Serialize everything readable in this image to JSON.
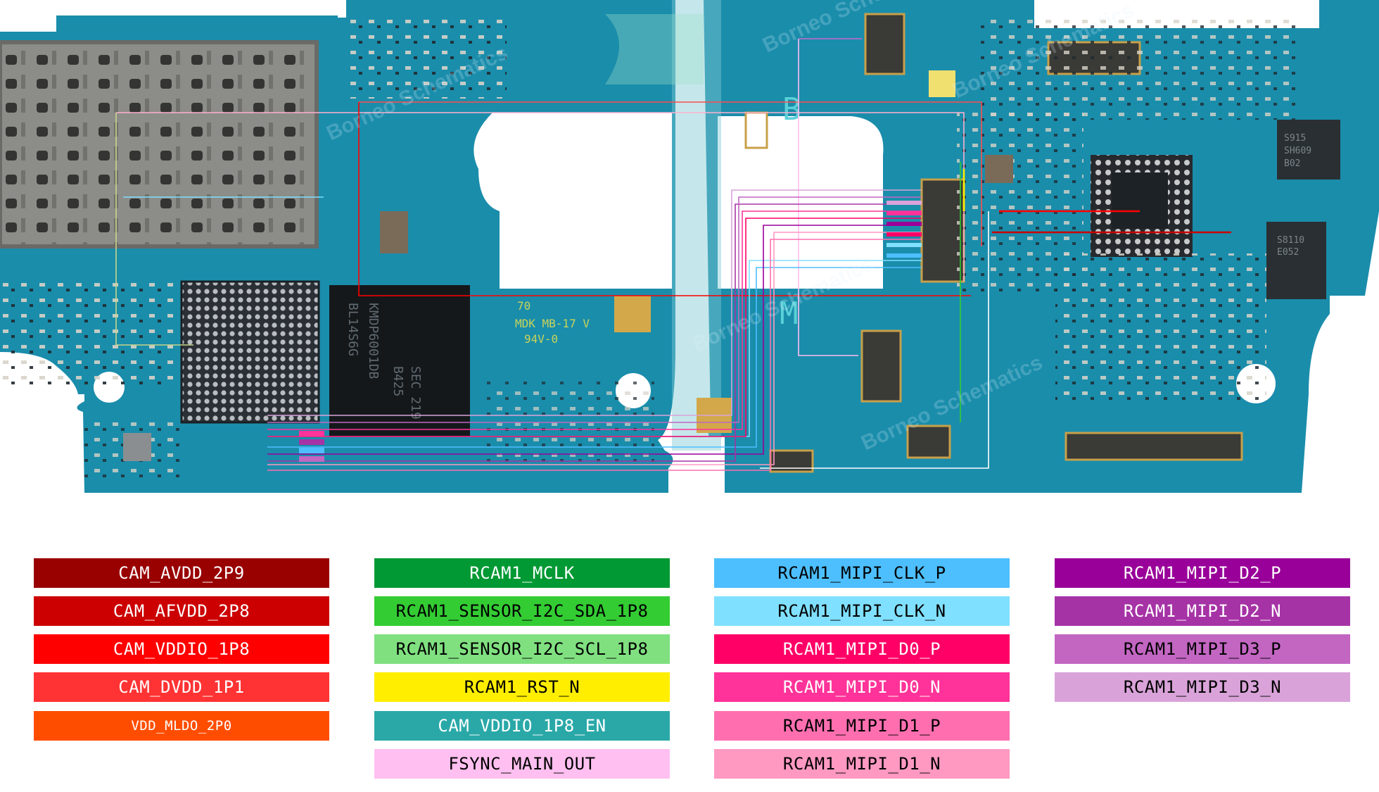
{
  "legend": [
    {
      "label": "CAM_AVDD_2P9",
      "bg": "#990000",
      "fg": "#ffffff"
    },
    {
      "label": "CAM_AFVDD_2P8",
      "bg": "#cc0000",
      "fg": "#ffffff"
    },
    {
      "label": "CAM_VDDIO_1P8",
      "bg": "#ff0000",
      "fg": "#ffffff"
    },
    {
      "label": "CAM_DVDD_1P1",
      "bg": "#ff3333",
      "fg": "#ffffff"
    },
    {
      "label": "VDD_MLDO_2P0",
      "bg": "#ff4d00",
      "fg": "#ffffff"
    },
    {
      "label": "RCAM1_MCLK",
      "bg": "#009933",
      "fg": "#ffffff"
    },
    {
      "label": "RCAM1_SENSOR_I2C_SDA_1P8",
      "bg": "#33cc33",
      "fg": "#000000"
    },
    {
      "label": "RCAM1_SENSOR_I2C_SCL_1P8",
      "bg": "#80e080",
      "fg": "#000000"
    },
    {
      "label": "RCAM1_RST_N",
      "bg": "#ffee00",
      "fg": "#000000"
    },
    {
      "label": "CAM_VDDIO_1P8_EN",
      "bg": "#2aa8a8",
      "fg": "#ffffff"
    },
    {
      "label": "FSYNC_MAIN_OUT",
      "bg": "#ffbff0",
      "fg": "#000000"
    },
    {
      "label": "RCAM1_MIPI_CLK_P",
      "bg": "#4dbfff",
      "fg": "#000000"
    },
    {
      "label": "RCAM1_MIPI_CLK_N",
      "bg": "#80e0ff",
      "fg": "#000000"
    },
    {
      "label": "RCAM1_MIPI_D0_P",
      "bg": "#ff0066",
      "fg": "#ffffff"
    },
    {
      "label": "RCAM1_MIPI_D0_N",
      "bg": "#ff3399",
      "fg": "#ffffff"
    },
    {
      "label": "RCAM1_MIPI_D1_P",
      "bg": "#ff6fb0",
      "fg": "#000000"
    },
    {
      "label": "RCAM1_MIPI_D1_N",
      "bg": "#ff99c2",
      "fg": "#000000"
    },
    {
      "label": "RCAM1_MIPI_D2_P",
      "bg": "#990099",
      "fg": "#ffffff"
    },
    {
      "label": "RCAM1_MIPI_D2_N",
      "bg": "#a633a6",
      "fg": "#ffffff"
    },
    {
      "label": "RCAM1_MIPI_D3_P",
      "bg": "#c266c2",
      "fg": "#000000"
    },
    {
      "label": "RCAM1_MIPI_D3_N",
      "bg": "#d9a3d9",
      "fg": "#000000"
    }
  ],
  "board": {
    "silkscreen": [
      "70",
      "MDK MB-17 V",
      "94V-0",
      "B",
      "M",
      "SEC 219",
      "B425",
      "KMDP6001DB",
      "BL14S6G"
    ],
    "chip_marks": [
      "S915",
      "SH609",
      "B02",
      "S8110",
      "E052"
    ],
    "watermark": "Borneo Schematics"
  }
}
